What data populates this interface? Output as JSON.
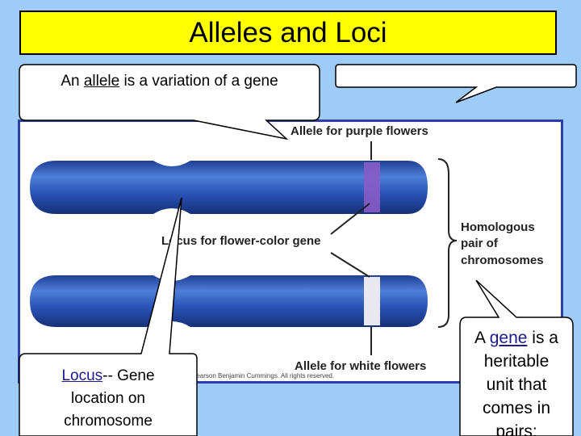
{
  "title": "Alleles and Loci",
  "callouts": {
    "allele": {
      "prefix": "An ",
      "term": "allele",
      "rest": " is a variation of a gene"
    },
    "empty": {
      "text": ""
    },
    "locus": {
      "term": "Locus",
      "rest_line1": "-- Gene",
      "line2": "location on",
      "line3": "chromosome"
    },
    "gene": {
      "prefix": "A ",
      "term": "gene",
      "rest_line1": " is a",
      "line2": "heritable",
      "line3": "unit that",
      "line4": "comes in",
      "line5": "pairs;"
    }
  },
  "figure": {
    "label_purple": "Allele for purple flowers",
    "label_locus": "Locus for flower-color gene",
    "label_homologous_1": "Homologous",
    "label_homologous_2": "pair of",
    "label_homologous_3": "chromosomes",
    "label_white": "Allele for white flowers",
    "copyright": "Pearson Benjamin Cummings. All rights reserved.",
    "colors": {
      "chromosome": "#2a55b8",
      "purple_band": "#8a5cc7",
      "white_band": "#e8e8ee",
      "frame": "#2c3eae"
    }
  }
}
